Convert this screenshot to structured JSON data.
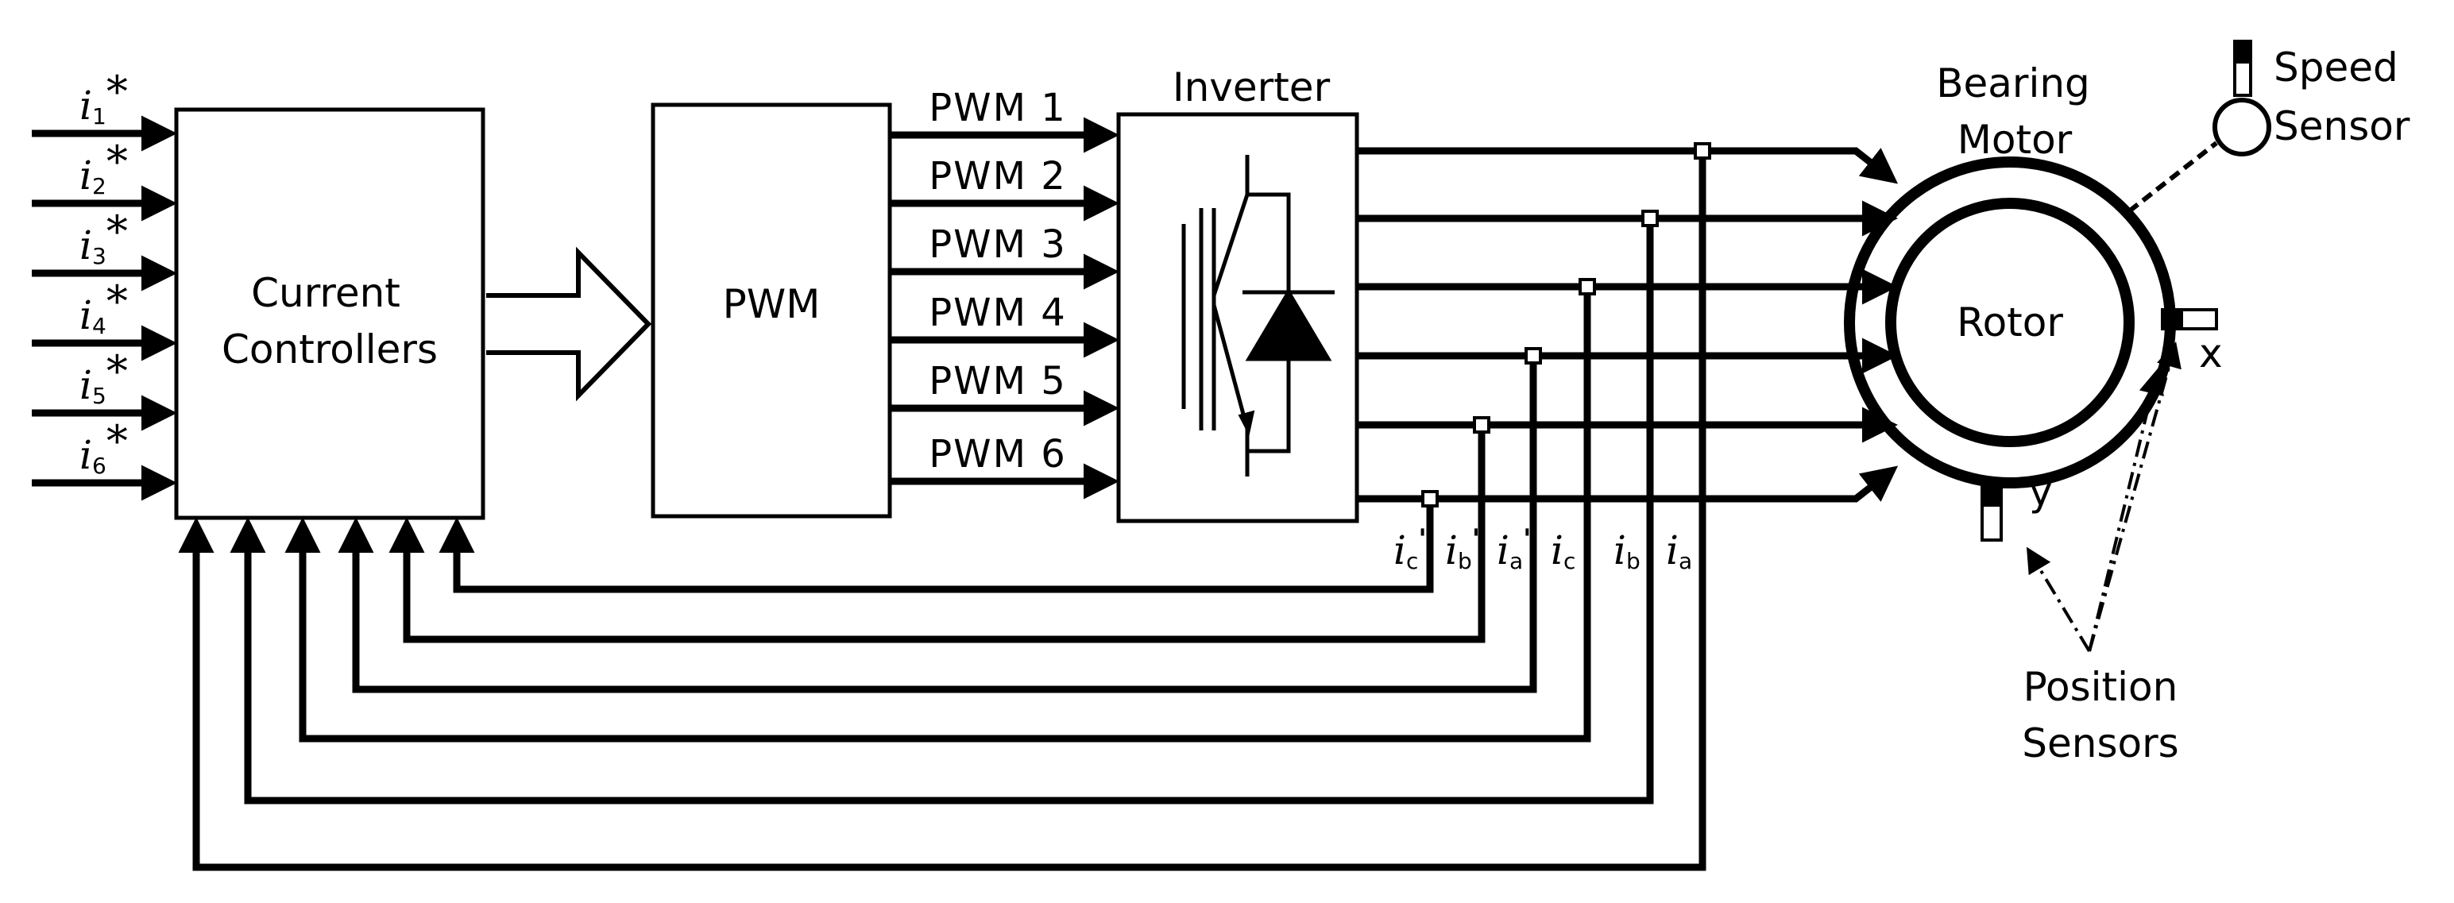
{
  "blocks": {
    "controllers": {
      "line1": "Current",
      "line2": "Controllers"
    },
    "pwm": {
      "label": "PWM"
    },
    "inverter": {
      "label": "Inverter"
    },
    "motor": {
      "line1": "Bearing",
      "line2": "Motor",
      "rotor": "Rotor"
    },
    "speed_sensor": {
      "line1": "Speed",
      "line2": "Sensor"
    },
    "position_sensors": {
      "line1": "Position",
      "line2": "Sensors",
      "x": "x",
      "y": "y"
    }
  },
  "references": [
    {
      "i": "i",
      "sub": "1",
      "star": "*"
    },
    {
      "i": "i",
      "sub": "2",
      "star": "*"
    },
    {
      "i": "i",
      "sub": "3",
      "star": "*"
    },
    {
      "i": "i",
      "sub": "4",
      "star": "*"
    },
    {
      "i": "i",
      "sub": "5",
      "star": "*"
    },
    {
      "i": "i",
      "sub": "6",
      "star": "*"
    }
  ],
  "pwm_signals": [
    "PWM 1",
    "PWM 2",
    "PWM 3",
    "PWM 4",
    "PWM 5",
    "PWM 6"
  ],
  "feedback_currents": [
    {
      "i": "i",
      "sub": "c",
      "prime": "'"
    },
    {
      "i": "i",
      "sub": "b",
      "prime": "'"
    },
    {
      "i": "i",
      "sub": "a",
      "prime": "'"
    },
    {
      "i": "i",
      "sub": "c",
      "prime": ""
    },
    {
      "i": "i",
      "sub": "b",
      "prime": ""
    },
    {
      "i": "i",
      "sub": "a",
      "prime": ""
    }
  ],
  "colors": {
    "stroke": "#000000",
    "background": "#ffffff"
  }
}
